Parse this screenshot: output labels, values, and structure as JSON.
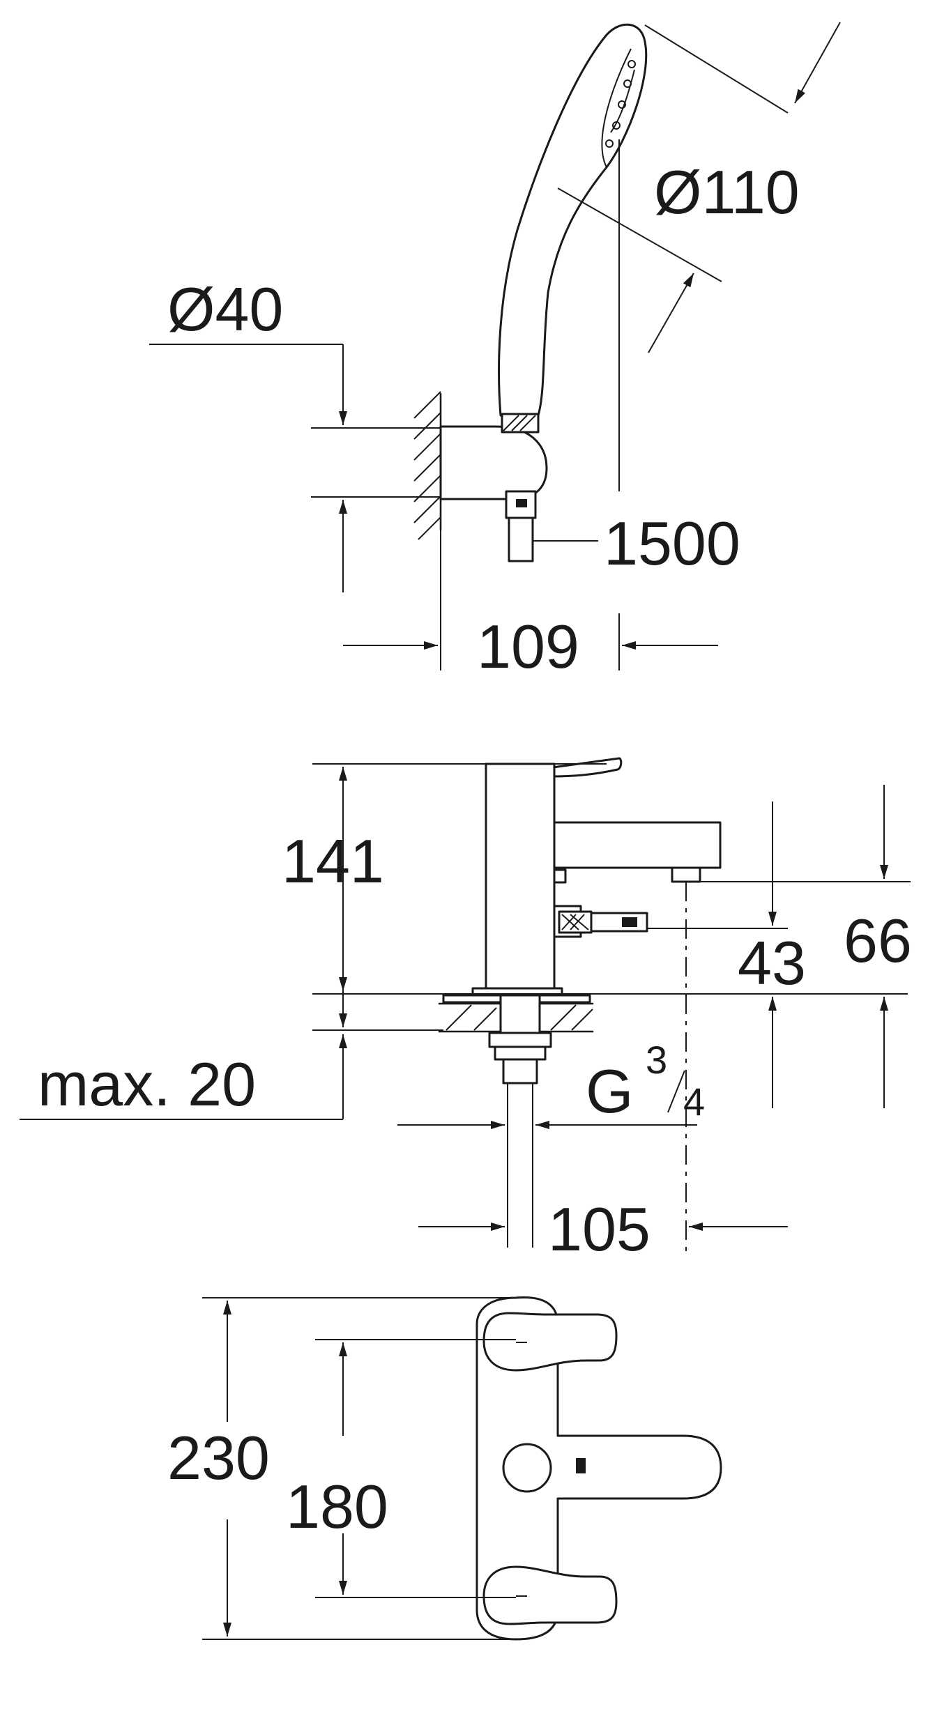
{
  "dimensions": {
    "handshower_diameter": "Ø110",
    "holder_diameter": "Ø40",
    "hose_length": "1500",
    "holder_projection": "109",
    "mixer_height": "141",
    "spout_height_a": "43",
    "spout_height_b": "66",
    "max_deck_thickness": "max. 20",
    "thread_letter": "G",
    "thread_numerator": "3",
    "thread_denominator": "4",
    "spout_projection": "105",
    "overall_length": "230",
    "handle_spacing": "180"
  }
}
